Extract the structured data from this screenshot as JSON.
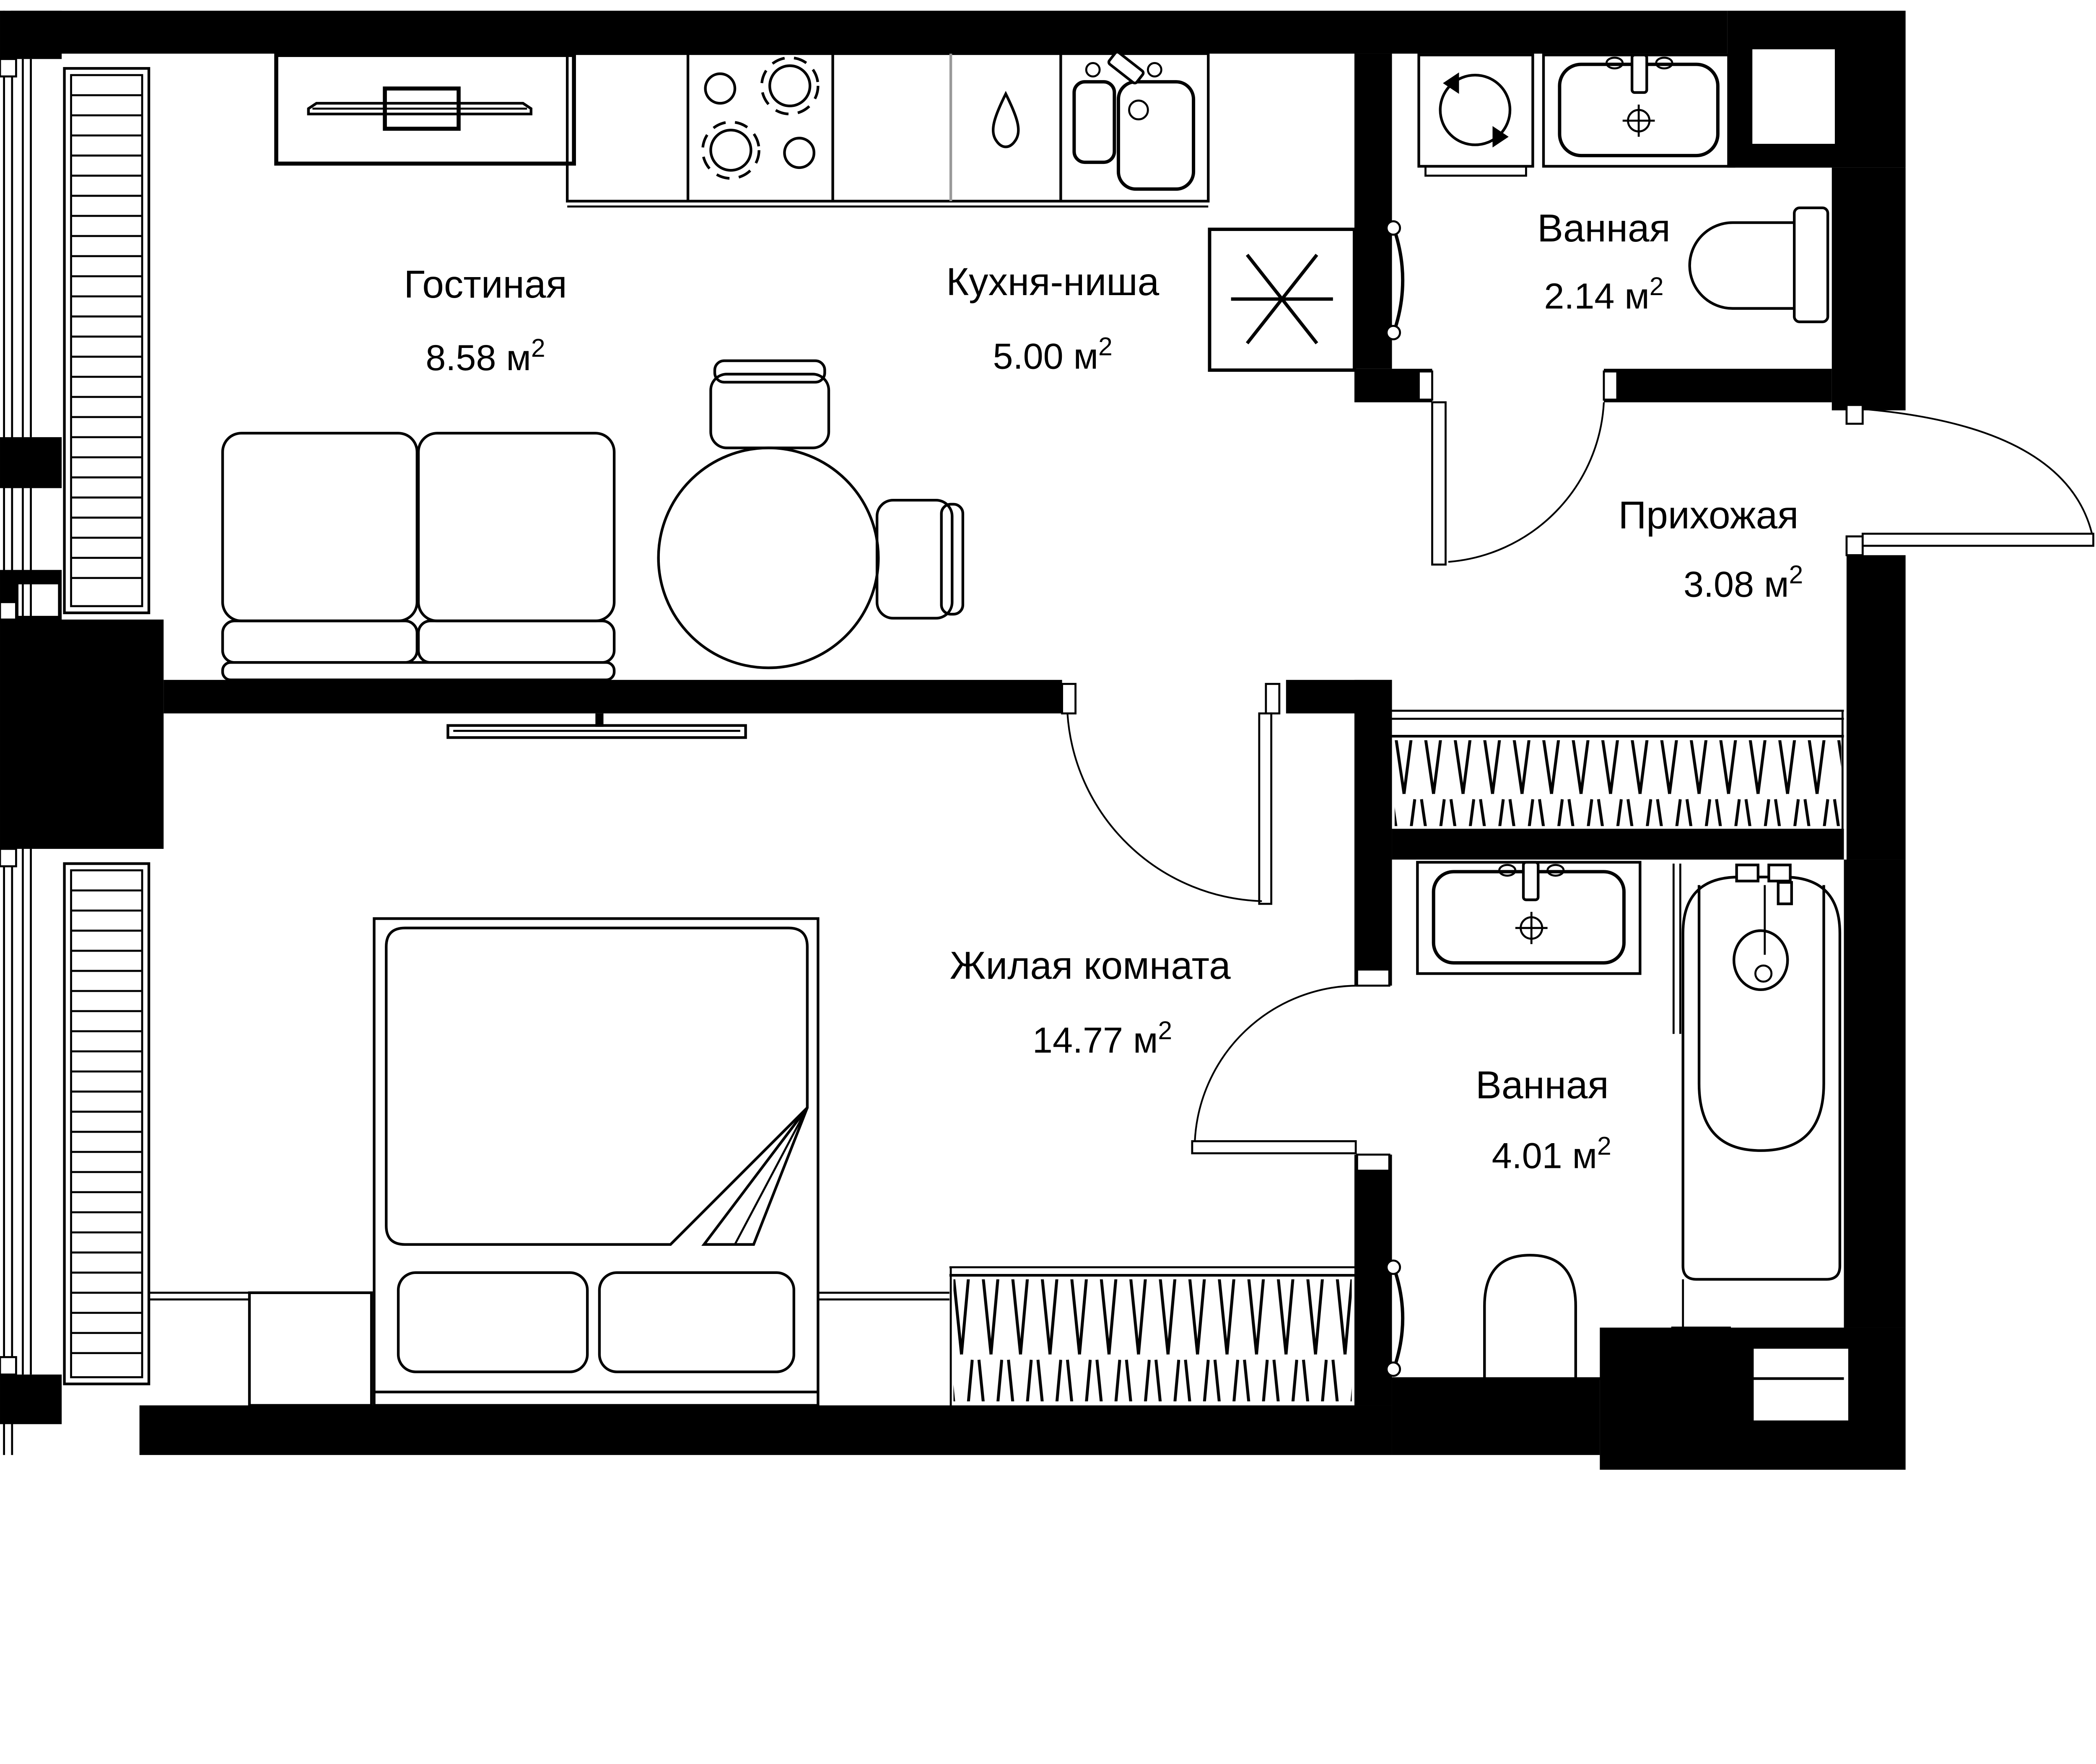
{
  "plan": {
    "type": "apartment-floor-plan",
    "language": "ru",
    "total_rooms_labeled": 6
  },
  "colors": {
    "walls": "#000000",
    "background": "#ffffff",
    "lines": "#000000",
    "unit_divider_gray": "#999999"
  },
  "rooms": [
    {
      "id": "living",
      "name": "Гостиная",
      "area": "8.58 м",
      "sup": "2"
    },
    {
      "id": "kitchen",
      "name": "Кухня-ниша",
      "area": "5.00 м",
      "sup": "2"
    },
    {
      "id": "bath1",
      "name": "Ванная",
      "area": "2.14 м",
      "sup": "2"
    },
    {
      "id": "hallway",
      "name": "Прихожая",
      "area": "3.08 м",
      "sup": "2"
    },
    {
      "id": "bedroom",
      "name": "Жилая комната",
      "area": "14.77 м",
      "sup": "2"
    },
    {
      "id": "bath2",
      "name": "Ванная",
      "area": "4.01 м",
      "sup": "2"
    }
  ]
}
